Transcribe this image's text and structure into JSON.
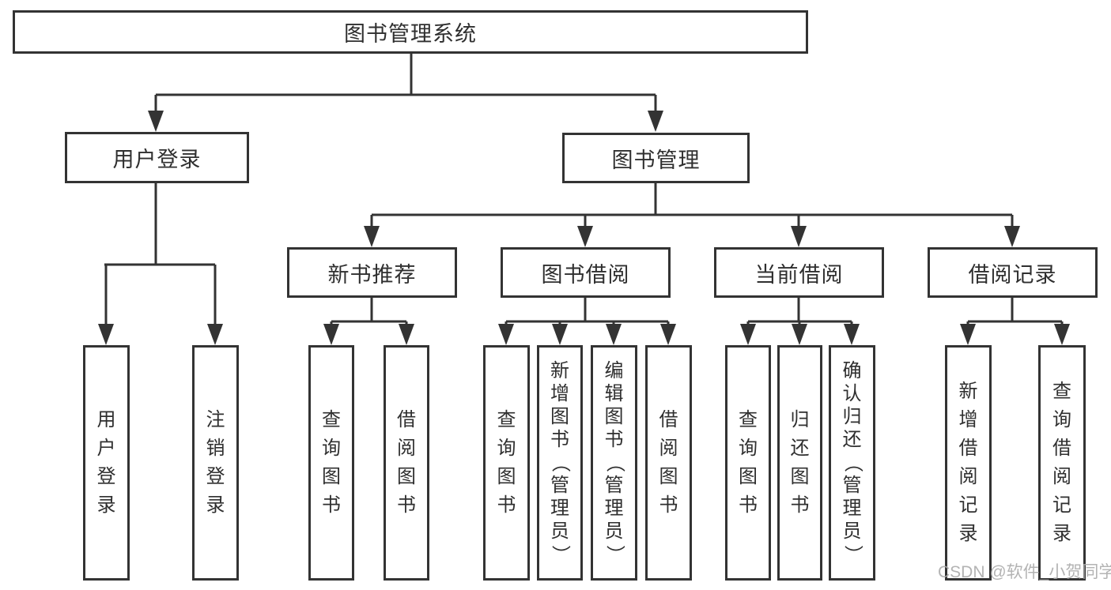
{
  "diagram": {
    "title": "图书管理系统",
    "level2": {
      "user_login": "用户登录",
      "book_mgmt": "图书管理"
    },
    "level3": {
      "new_book_rec": "新书推荐",
      "book_borrow": "图书借阅",
      "current_borrow": "当前借阅",
      "borrow_records": "借阅记录"
    },
    "leaves": {
      "user_login": [
        "用户登录",
        "注销登录"
      ],
      "new_book_rec": [
        "查询图书",
        "借阅图书"
      ],
      "book_borrow": [
        "查询图书",
        "新增图书（管理员）",
        "编辑图书（管理员）",
        "借阅图书"
      ],
      "current_borrow": [
        "查询图书",
        "归还图书",
        "确认归还（管理员）"
      ],
      "borrow_records": [
        "新增借阅记录",
        "查询借阅记录"
      ]
    }
  },
  "watermark": "CSDN @软件_小贺同学",
  "colors": {
    "line": "#333333",
    "text": "#2f2f2f",
    "watermark": "#ababab"
  }
}
